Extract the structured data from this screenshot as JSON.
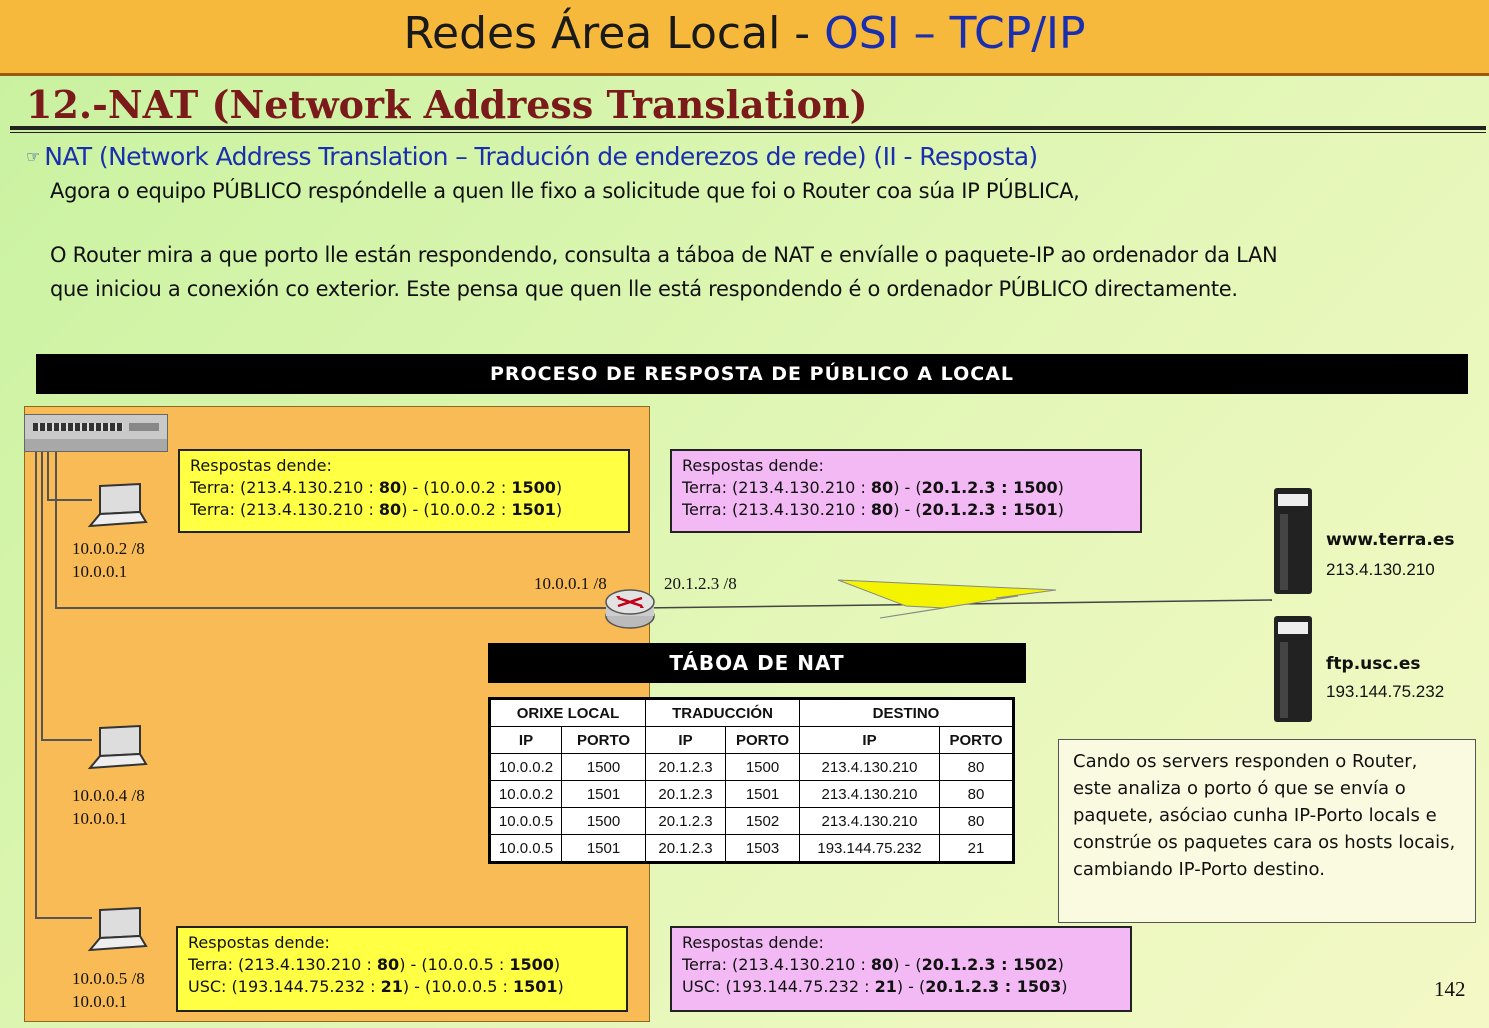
{
  "header": {
    "title_main": "Redes Área Local - ",
    "title_accent": "OSI – TCP/IP"
  },
  "section": {
    "title": "12.-NAT (Network Address Translation)"
  },
  "bullet": "NAT (Network Address Translation – Tradución de enderezos de rede) (II - Resposta)",
  "paragraphs": [
    "Agora o equipo PÚBLICO respóndelle a quen lle fixo a solicitude que foi o Router coa súa IP PÚBLICA,",
    "O Router mira a que porto lle están respondendo, consulta a táboa de NAT e envíalle o paquete-IP ao ordenador da LAN",
    "que iniciou a conexión co exterior. Este pensa que quen lle está respondendo é o ordenador PÚBLICO directamente."
  ],
  "diagram": {
    "banner": "PROCESO DE RESPOSTA DE PÚBLICO A LOCAL",
    "hosts": [
      {
        "ip": "10.0.0.2 /8",
        "gw": "10.0.0.1"
      },
      {
        "ip": "10.0.0.4 /8",
        "gw": "10.0.0.1"
      },
      {
        "ip": "10.0.0.5 /8",
        "gw": "10.0.0.1"
      }
    ],
    "router": {
      "inside_ip": "10.0.0.1 /8",
      "outside_ip": "20.1.2.3 /8"
    },
    "servers": [
      {
        "name": "www.terra.es",
        "ip": "213.4.130.210"
      },
      {
        "name": "ftp.usc.es",
        "ip": "193.144.75.232"
      }
    ],
    "notes": {
      "yellow_top": {
        "heading": "Respostas dende:",
        "lines": [
          {
            "pre": "Terra: (213.4.130.210 : ",
            "b1": "80",
            "mid": ") - (10.0.0.2 : ",
            "b2": "1500",
            "post": ")"
          },
          {
            "pre": "Terra:   (213.4.130.210  : ",
            "b1": "80",
            "mid": ") - (10.0.0.2 : ",
            "b2": "1501",
            "post": ")"
          }
        ]
      },
      "pink_top": {
        "heading": "Respostas dende:",
        "lines": [
          {
            "pre": "Terra: (213.4.130.210 : ",
            "b1": "80",
            "mid": ") - (",
            "b2": "20.1.2.3 : 1500",
            "post": ")"
          },
          {
            "pre": "Terra:   (213.4.130.210  : ",
            "b1": "80",
            "mid": ") - (",
            "b2": "20.1.2.3 : 1501",
            "post": ")"
          }
        ]
      },
      "yellow_bottom": {
        "heading": "Respostas dende:",
        "lines": [
          {
            "pre": "Terra: (213.4.130.210   : ",
            "b1": "80",
            "mid": ") - (10.0.0.5 : ",
            "b2": "1500",
            "post": ")"
          },
          {
            "pre": "USC: (193.144.75.232 : ",
            "b1": "21",
            "mid": ") - (10.0.0.5 : ",
            "b2": "1501",
            "post": ")"
          }
        ]
      },
      "pink_bottom": {
        "heading": "Respostas dende:",
        "lines": [
          {
            "pre": "Terra: (213.4.130.210 : ",
            "b1": "80",
            "mid": ") - (",
            "b2": "20.1.2.3 : 1502",
            "post": ")"
          },
          {
            "pre": "USC:   (193.144.75.232 : ",
            "b1": "21",
            "mid": ") - (",
            "b2": "20.1.2.3 : 1503",
            "post": ")"
          }
        ]
      }
    },
    "nat_table": {
      "banner": "TÁBOA DE NAT",
      "group_headers": [
        "ORIXE LOCAL",
        "TRADUCCIÓN",
        "DESTINO"
      ],
      "column_headers": [
        "IP",
        "PORTO",
        "IP",
        "PORTO",
        "IP",
        "PORTO"
      ],
      "rows": [
        [
          "10.0.0.2",
          "1500",
          "20.1.2.3",
          "1500",
          "213.4.130.210",
          "80"
        ],
        [
          "10.0.0.2",
          "1501",
          "20.1.2.3",
          "1501",
          "213.4.130.210",
          "80"
        ],
        [
          "10.0.0.5",
          "1500",
          "20.1.2.3",
          "1502",
          "213.4.130.210",
          "80"
        ],
        [
          "10.0.0.5",
          "1501",
          "20.1.2.3",
          "1503",
          "193.144.75.232",
          "21"
        ]
      ]
    },
    "info": "Cando os servers responden o Router, este analiza o porto ó que se envía o paquete, asóciao cunha IP-Porto locals e constrúe os paquetes cara os hosts locais, cambiando IP-Porto destino."
  },
  "page_number": "142",
  "icons": [
    "switch-icon",
    "laptop-icon",
    "router-icon",
    "server-icon",
    "lightning-icon",
    "pointing-hand-icon"
  ]
}
